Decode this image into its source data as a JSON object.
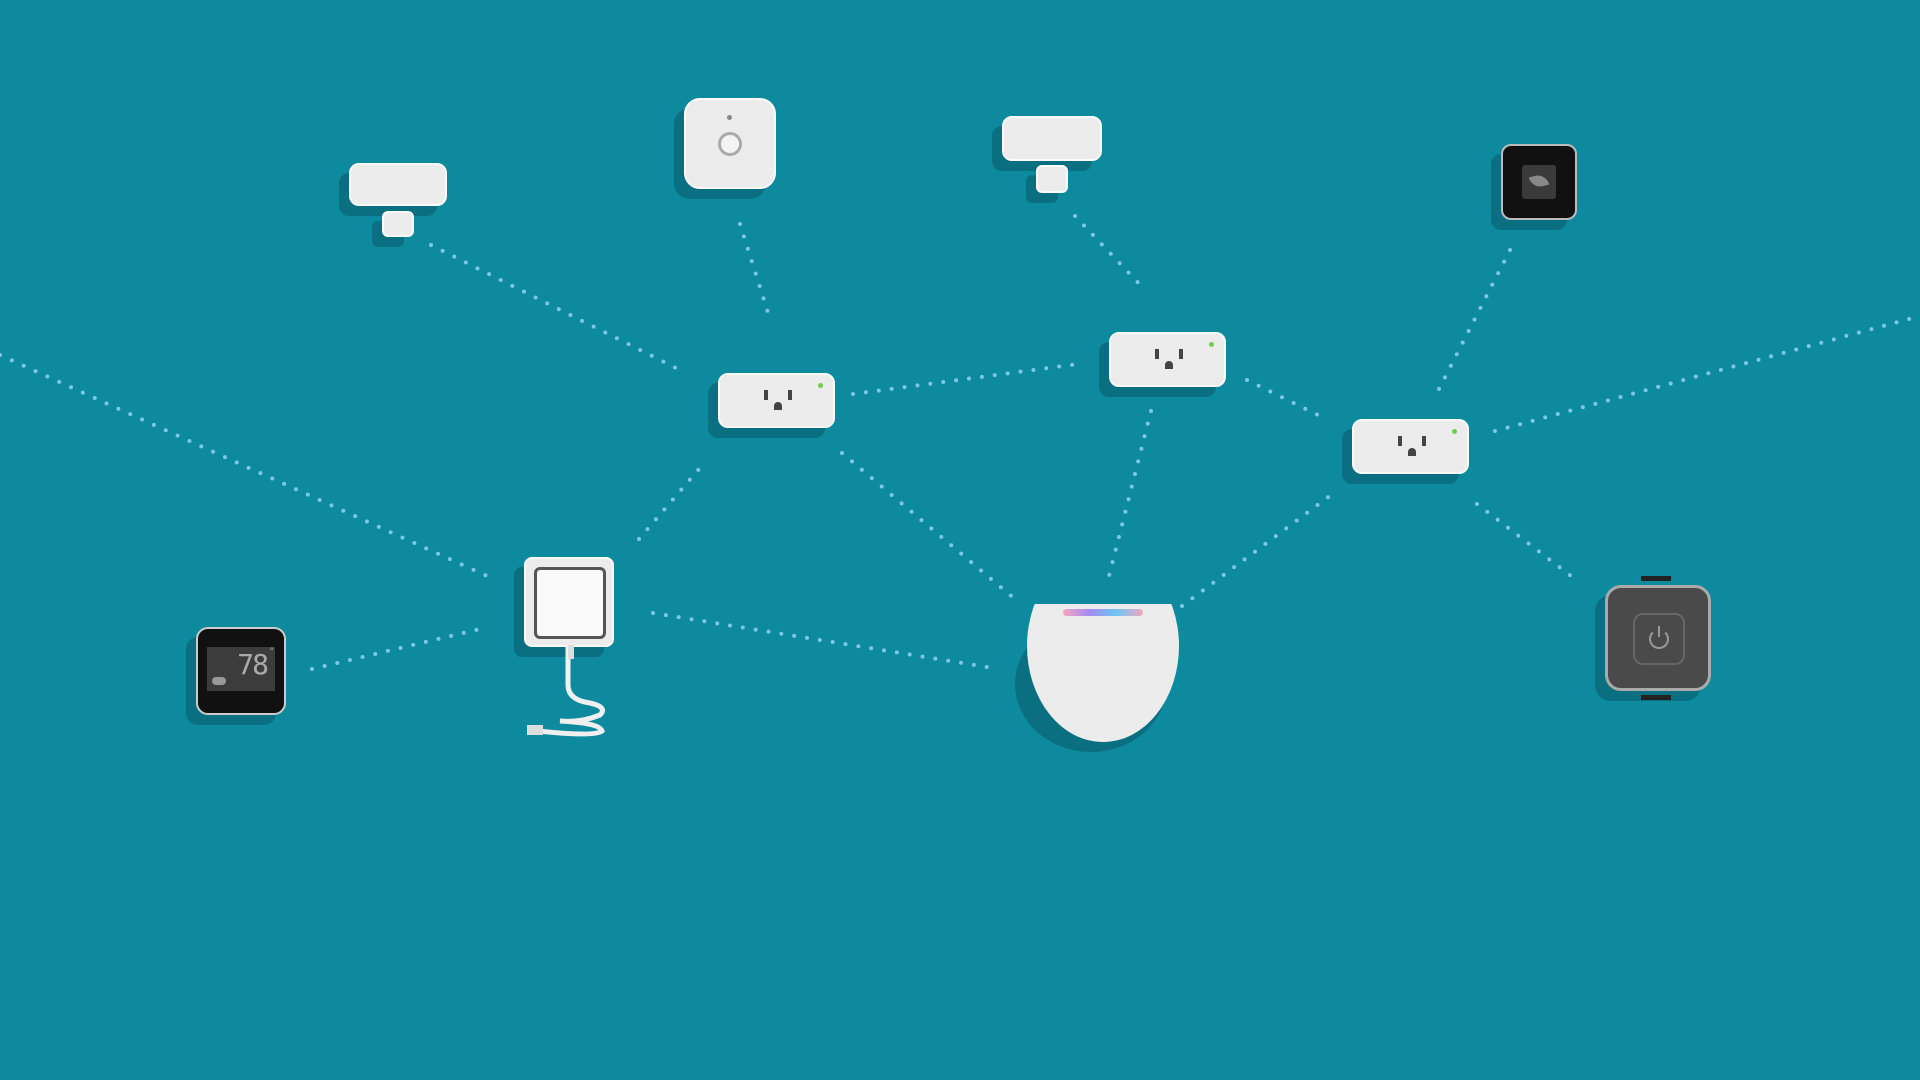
{
  "scene": {
    "background_color": "#0e8a9e",
    "link_color": "#7cc8e8",
    "thermostat": {
      "temperature": "78",
      "degree": "°",
      "icon": "cloud-sun-icon"
    },
    "devices": [
      "door-sensor",
      "motion-sensor",
      "door-sensor",
      "room-sensor",
      "smart-plug",
      "smart-plug",
      "smart-plug",
      "thermostat",
      "water-sensor",
      "smart-speaker",
      "smart-button"
    ]
  }
}
